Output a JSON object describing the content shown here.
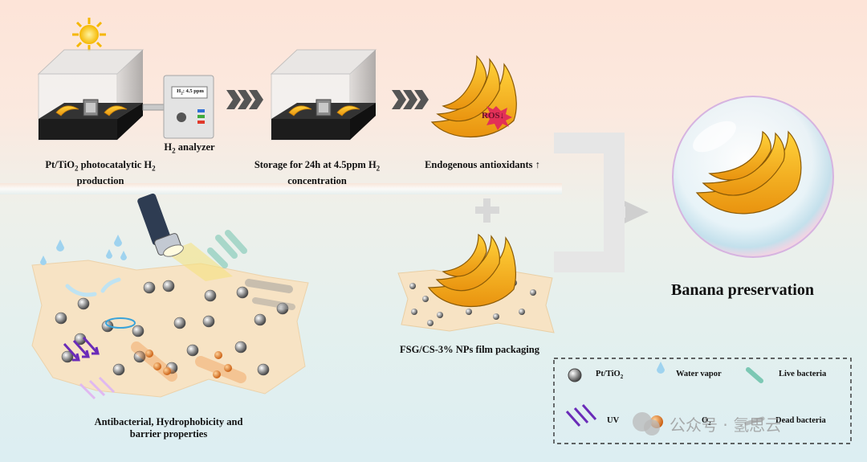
{
  "steps": {
    "production_line1": "Pt/TiO",
    "production_sub1": "2",
    "production_line1b": " photocatalytic H",
    "production_sub2": "2",
    "production_line2": "production",
    "analyzer_label": "H",
    "analyzer_sub": "2",
    "analyzer_label_b": " analyzer",
    "analyzer_screen": "H",
    "analyzer_screen_sub": "2",
    "analyzer_screen_b": ": 4.5 ppm",
    "storage_line1": "Storage for 24h at 4.5ppm H",
    "storage_sub": "2",
    "storage_line2": "concentration",
    "antioxidants": "Endogenous antioxidants",
    "antioxidants_arrow": "↑",
    "ros": "ROS",
    "ros_arrow": "↓",
    "film": "FSG/CS-3% NPs film packaging",
    "properties_line1": "Antibacterial, Hydrophobicity and",
    "properties_line2": "barrier properties",
    "result": "Banana preservation"
  },
  "legend": {
    "pt_tio2": "Pt/TiO",
    "pt_tio2_sub": "2",
    "water_vapor": "Water vapor",
    "live_bacteria": "Live bacteria",
    "uv": "UV",
    "o2": "O",
    "o2_sub": "2",
    "dead_bacteria": "Dead bacteria"
  },
  "watermark": "公众号 · 氢思云",
  "colors": {
    "banana": "#f6b21a",
    "banana_dark": "#d98b0c",
    "ros": "#e0245e",
    "uv": "#6a2bb8",
    "film": "#f7e3c4",
    "nanoparticle": "#9a9a9a",
    "o2": "#e67a1e"
  }
}
